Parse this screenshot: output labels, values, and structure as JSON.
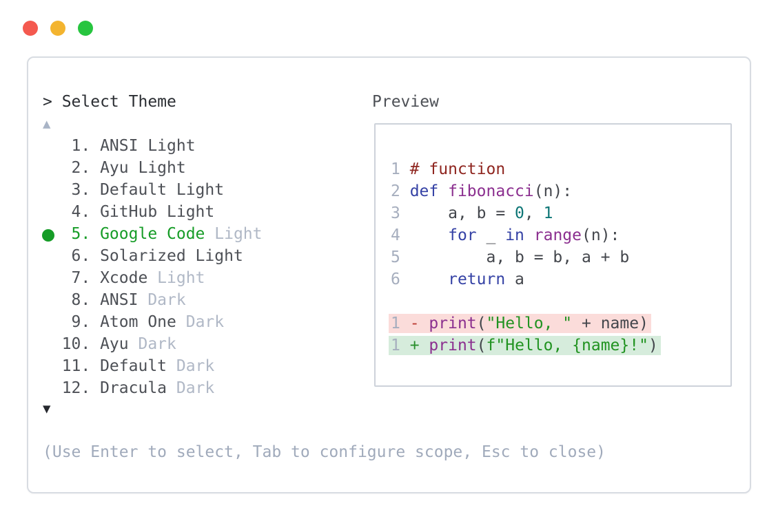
{
  "window_controls": {
    "buttons": [
      "close",
      "minimize",
      "maximize"
    ],
    "colors": {
      "close": "#f4594f",
      "minimize": "#f3b42f",
      "maximize": "#27c53f"
    }
  },
  "picker": {
    "prompt": "> Select Theme",
    "scroll_up_symbol": "▲",
    "scroll_down_symbol": "▼",
    "selected_bullet_symbol": "●",
    "items": [
      {
        "number": "1",
        "name": "ANSI Light",
        "suffix": "",
        "selected": false
      },
      {
        "number": "2",
        "name": "Ayu Light",
        "suffix": "",
        "selected": false
      },
      {
        "number": "3",
        "name": "Default Light",
        "suffix": "",
        "selected": false
      },
      {
        "number": "4",
        "name": "GitHub Light",
        "suffix": "",
        "selected": false
      },
      {
        "number": "5",
        "name": "Google Code",
        "suffix": "Light",
        "selected": true
      },
      {
        "number": "6",
        "name": "Solarized Light",
        "suffix": "",
        "selected": false
      },
      {
        "number": "7",
        "name": "Xcode",
        "suffix": "Light",
        "selected": false
      },
      {
        "number": "8",
        "name": "ANSI",
        "suffix": "Dark",
        "selected": false
      },
      {
        "number": "9",
        "name": "Atom One",
        "suffix": "Dark",
        "selected": false
      },
      {
        "number": "10",
        "name": "Ayu",
        "suffix": "Dark",
        "selected": false
      },
      {
        "number": "11",
        "name": "Default",
        "suffix": "Dark",
        "selected": false
      },
      {
        "number": "12",
        "name": "Dracula",
        "suffix": "Dark",
        "selected": false
      }
    ],
    "help": "(Use Enter to select, Tab to configure scope, Esc to close)",
    "colors": {
      "selected_green": "#169c27",
      "item_text": "#4d5056",
      "dim_suffix": "#b0b8c6",
      "help_text": "#a0aabb"
    }
  },
  "preview": {
    "label": "Preview",
    "code_lines": [
      {
        "num": "1",
        "tokens": [
          [
            "cmt",
            "# function"
          ]
        ]
      },
      {
        "num": "2",
        "tokens": [
          [
            "kw",
            "def"
          ],
          [
            "pln",
            " "
          ],
          [
            "fn",
            "fibonacci"
          ],
          [
            "pln",
            "(n):"
          ]
        ]
      },
      {
        "num": "3",
        "tokens": [
          [
            "pln",
            "    a, b = "
          ],
          [
            "lit",
            "0"
          ],
          [
            "pln",
            ", "
          ],
          [
            "lit",
            "1"
          ]
        ]
      },
      {
        "num": "4",
        "tokens": [
          [
            "pln",
            "    "
          ],
          [
            "kw",
            "for"
          ],
          [
            "pln",
            " _ "
          ],
          [
            "kw",
            "in"
          ],
          [
            "pln",
            " "
          ],
          [
            "fn",
            "range"
          ],
          [
            "pln",
            "(n):"
          ]
        ]
      },
      {
        "num": "5",
        "tokens": [
          [
            "pln",
            "        a, b = b, a + b"
          ]
        ]
      },
      {
        "num": "6",
        "tokens": [
          [
            "pln",
            "    "
          ],
          [
            "kw",
            "return"
          ],
          [
            "pln",
            " a"
          ]
        ]
      },
      {
        "blank": true
      },
      {
        "num": "1",
        "diff": "removed",
        "tokens": [
          [
            "min",
            "-"
          ],
          [
            "pln",
            " "
          ],
          [
            "fn",
            "print"
          ],
          [
            "pln",
            "("
          ],
          [
            "str",
            "\"Hello, \""
          ],
          [
            "pln",
            " + name)"
          ]
        ]
      },
      {
        "num": "1",
        "diff": "added",
        "tokens": [
          [
            "pls",
            "+"
          ],
          [
            "pln",
            " "
          ],
          [
            "fn",
            "print"
          ],
          [
            "pln",
            "("
          ],
          [
            "str",
            "f\"Hello, {name}!\""
          ],
          [
            "pln",
            ")"
          ]
        ]
      }
    ],
    "syntax_colors": {
      "comment": "#8f2620",
      "keyword": "#3542a5",
      "function": "#8b2f8f",
      "number_literal": "#0c7575",
      "string": "#219321",
      "plain": "#43464c",
      "line_number": "#a6aebe",
      "diff_removed_bg": "#fbdcda",
      "diff_added_bg": "#d6ecdc",
      "diff_minus": "#bb3a32",
      "diff_plus": "#2a8f2d"
    }
  }
}
